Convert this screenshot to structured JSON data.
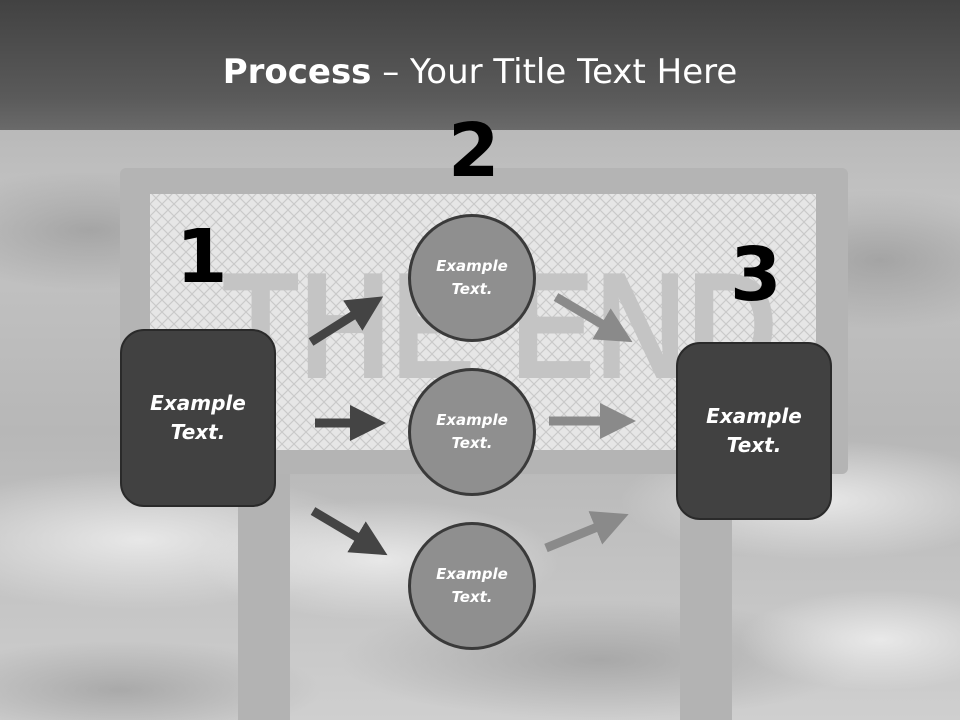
{
  "title": {
    "bold": "Process",
    "rest": " – Your Title Text Here"
  },
  "background": {
    "sign_text": "THE END"
  },
  "steps": [
    {
      "number": "1",
      "text": "Example\nText."
    },
    {
      "number": "2"
    },
    {
      "number": "3",
      "text": "Example\nText."
    }
  ],
  "circles": [
    {
      "text": "Example\nText."
    },
    {
      "text": "Example\nText."
    },
    {
      "text": "Example\nText."
    }
  ],
  "colors": {
    "dark_box": "#414141",
    "circle": "#8f8f8f",
    "arrow_dark": "#444444",
    "arrow_light": "#8a8a8a",
    "header_band": "#4a4a4a"
  }
}
